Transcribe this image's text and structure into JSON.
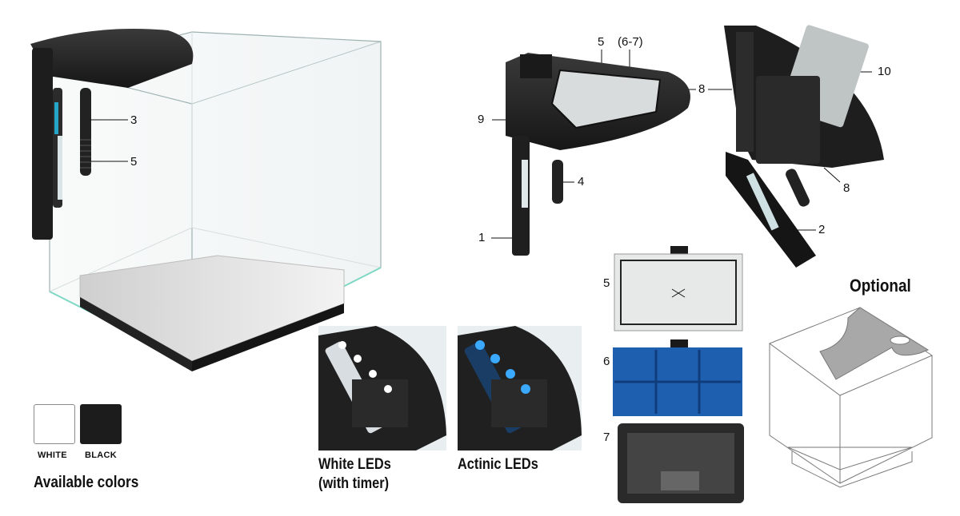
{
  "callouts": {
    "c3": "3",
    "c5a": "5",
    "c5b": "5",
    "c67": "(6-7)",
    "c8a": "8",
    "c8b": "8",
    "c9": "9",
    "c10": "10",
    "c4": "4",
    "c1": "1",
    "c2": "2",
    "c5c": "5",
    "c6": "6",
    "c7": "7"
  },
  "captions": {
    "optional": "Optional",
    "white_leds_line1": "White LEDs",
    "white_leds_line2": "(with timer)",
    "actinic_leds": "Actinic LEDs",
    "available_colors": "Available colors"
  },
  "swatches": [
    {
      "label": "WHITE",
      "color": "#ffffff"
    },
    {
      "label": "BLACK",
      "color": "#1c1c1c"
    }
  ],
  "colors": {
    "glass_edge": "#7fd8c4",
    "hood": "#2a2a2a",
    "foam_blue": "#1f5fb0",
    "actinic_glow": "#3aa9ff"
  }
}
